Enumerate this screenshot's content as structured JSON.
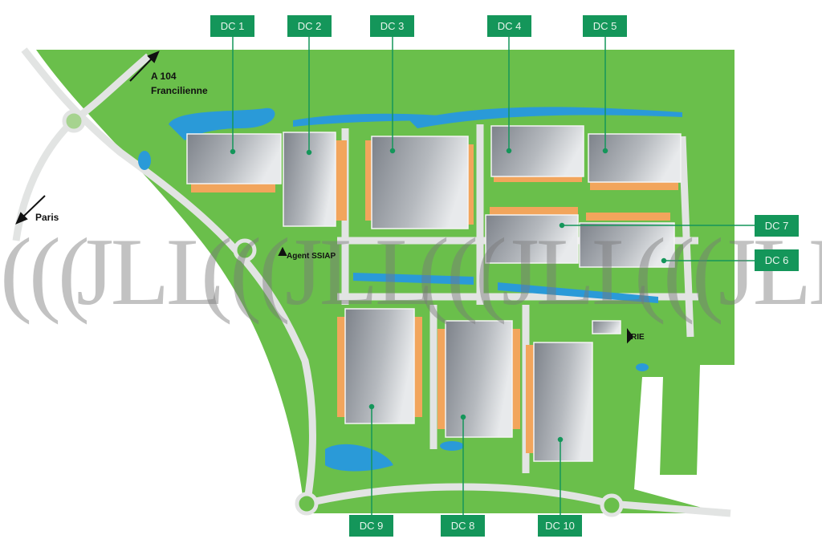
{
  "map": {
    "colors": {
      "grass": "#6abf4b",
      "road": "#e2e4e3",
      "water": "#2a9ad8",
      "tag": "#14965a",
      "dock": "#f2a55c",
      "roof": "#a9adb3"
    },
    "buildings": [
      {
        "id": "dc1",
        "label": "DC 1"
      },
      {
        "id": "dc2",
        "label": "DC 2"
      },
      {
        "id": "dc3",
        "label": "DC 3"
      },
      {
        "id": "dc4",
        "label": "DC 4"
      },
      {
        "id": "dc5",
        "label": "DC 5"
      },
      {
        "id": "dc7",
        "label": "DC 7"
      },
      {
        "id": "dc6",
        "label": "DC 6"
      },
      {
        "id": "dc9",
        "label": "DC 9"
      },
      {
        "id": "dc8",
        "label": "DC 8"
      },
      {
        "id": "dc10",
        "label": "DC 10"
      }
    ],
    "annotations": {
      "a104": "A 104",
      "francilienne": "Francilienne",
      "paris": "Paris",
      "agent": "Agent SSIAP",
      "rie": "RIE"
    },
    "watermark": "JLL"
  }
}
